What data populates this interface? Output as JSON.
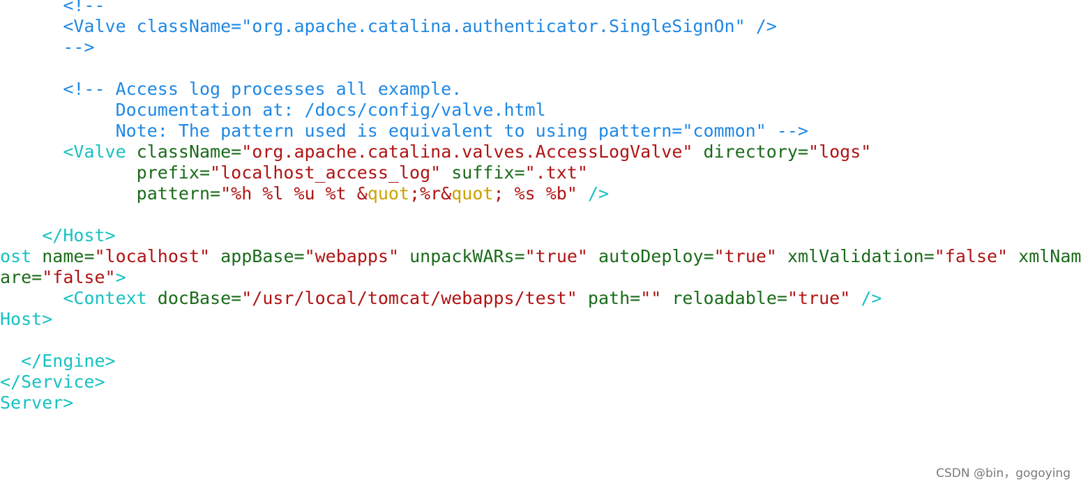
{
  "theme": {
    "comment": "#1e88e5",
    "tag": "#17c1c1",
    "attr": "#1a6b1a",
    "string": "#b01313",
    "entity": "#c9a100",
    "background": "#ffffff"
  },
  "lines": [
    {
      "col": 0,
      "tokens": [
        {
          "t": "      ",
          "c": "plain"
        },
        {
          "t": "<!--",
          "c": "comment"
        }
      ]
    },
    {
      "col": 0,
      "tokens": [
        {
          "t": "      ",
          "c": "plain"
        },
        {
          "t": "<Valve className=\"org.apache.catalina.authenticator.SingleSignOn\" />",
          "c": "comment"
        }
      ]
    },
    {
      "col": 0,
      "tokens": [
        {
          "t": "      ",
          "c": "plain"
        },
        {
          "t": "-->",
          "c": "comment"
        }
      ]
    },
    {
      "col": 0,
      "tokens": []
    },
    {
      "col": 0,
      "tokens": [
        {
          "t": "      ",
          "c": "plain"
        },
        {
          "t": "<!-- Access log processes all example.",
          "c": "comment"
        }
      ]
    },
    {
      "col": 0,
      "tokens": [
        {
          "t": "           ",
          "c": "plain"
        },
        {
          "t": "Documentation at: /docs/config/valve.html",
          "c": "comment"
        }
      ]
    },
    {
      "col": 0,
      "tokens": [
        {
          "t": "           ",
          "c": "plain"
        },
        {
          "t": "Note: The pattern used is equivalent to using pattern=\"common\" -->",
          "c": "comment"
        }
      ]
    },
    {
      "col": 0,
      "tokens": [
        {
          "t": "      ",
          "c": "plain"
        },
        {
          "t": "<Valve",
          "c": "tag"
        },
        {
          "t": " ",
          "c": "plain"
        },
        {
          "t": "className",
          "c": "attr"
        },
        {
          "t": "=",
          "c": "eq"
        },
        {
          "t": "\"org.apache.catalina.valves.AccessLogValve\"",
          "c": "str"
        },
        {
          "t": " ",
          "c": "plain"
        },
        {
          "t": "directory",
          "c": "attr"
        },
        {
          "t": "=",
          "c": "eq"
        },
        {
          "t": "\"logs\"",
          "c": "str"
        }
      ]
    },
    {
      "col": 0,
      "tokens": [
        {
          "t": "             ",
          "c": "plain"
        },
        {
          "t": "prefix",
          "c": "attr"
        },
        {
          "t": "=",
          "c": "eq"
        },
        {
          "t": "\"localhost_access_log\"",
          "c": "str"
        },
        {
          "t": " ",
          "c": "plain"
        },
        {
          "t": "suffix",
          "c": "attr"
        },
        {
          "t": "=",
          "c": "eq"
        },
        {
          "t": "\".txt\"",
          "c": "str"
        }
      ]
    },
    {
      "col": 0,
      "tokens": [
        {
          "t": "             ",
          "c": "plain"
        },
        {
          "t": "pattern",
          "c": "attr"
        },
        {
          "t": "=",
          "c": "eq"
        },
        {
          "t": "\"%h %l %u %t &",
          "c": "str"
        },
        {
          "t": "quot",
          "c": "ent"
        },
        {
          "t": ";%r&",
          "c": "str"
        },
        {
          "t": "quot",
          "c": "ent"
        },
        {
          "t": "; %s %b\"",
          "c": "str"
        },
        {
          "t": " ",
          "c": "plain"
        },
        {
          "t": "/>",
          "c": "tag"
        }
      ]
    },
    {
      "col": 0,
      "tokens": []
    },
    {
      "col": 0,
      "tokens": [
        {
          "t": "    ",
          "c": "plain"
        },
        {
          "t": "</Host>",
          "c": "tag"
        }
      ]
    },
    {
      "col": 0,
      "tokens": [
        {
          "t": "ost",
          "c": "tag"
        },
        {
          "t": " ",
          "c": "plain"
        },
        {
          "t": "name",
          "c": "attr"
        },
        {
          "t": "=",
          "c": "eq"
        },
        {
          "t": "\"localhost\"",
          "c": "str"
        },
        {
          "t": " ",
          "c": "plain"
        },
        {
          "t": "appBase",
          "c": "attr"
        },
        {
          "t": "=",
          "c": "eq"
        },
        {
          "t": "\"webapps\"",
          "c": "str"
        },
        {
          "t": " ",
          "c": "plain"
        },
        {
          "t": "unpackWARs",
          "c": "attr"
        },
        {
          "t": "=",
          "c": "eq"
        },
        {
          "t": "\"true\"",
          "c": "str"
        },
        {
          "t": " ",
          "c": "plain"
        },
        {
          "t": "autoDeploy",
          "c": "attr"
        },
        {
          "t": "=",
          "c": "eq"
        },
        {
          "t": "\"true\"",
          "c": "str"
        },
        {
          "t": " ",
          "c": "plain"
        },
        {
          "t": "xmlValidation",
          "c": "attr"
        },
        {
          "t": "=",
          "c": "eq"
        },
        {
          "t": "\"false\"",
          "c": "str"
        },
        {
          "t": " ",
          "c": "plain"
        },
        {
          "t": "xmlName",
          "c": "attr"
        }
      ]
    },
    {
      "col": 0,
      "tokens": [
        {
          "t": "are",
          "c": "attr"
        },
        {
          "t": "=",
          "c": "eq"
        },
        {
          "t": "\"false\"",
          "c": "str"
        },
        {
          "t": ">",
          "c": "tag"
        }
      ]
    },
    {
      "col": 0,
      "tokens": [
        {
          "t": "      ",
          "c": "plain"
        },
        {
          "t": "<Context",
          "c": "tag"
        },
        {
          "t": " ",
          "c": "plain"
        },
        {
          "t": "docBase",
          "c": "attr"
        },
        {
          "t": "=",
          "c": "eq"
        },
        {
          "t": "\"/usr/local/tomcat/webapps/test\"",
          "c": "str"
        },
        {
          "t": " ",
          "c": "plain"
        },
        {
          "t": "path",
          "c": "attr"
        },
        {
          "t": "=",
          "c": "eq"
        },
        {
          "t": "\"\"",
          "c": "str"
        },
        {
          "t": " ",
          "c": "plain"
        },
        {
          "t": "reloadable",
          "c": "attr"
        },
        {
          "t": "=",
          "c": "eq"
        },
        {
          "t": "\"true\"",
          "c": "str"
        },
        {
          "t": " ",
          "c": "plain"
        },
        {
          "t": "/>",
          "c": "tag"
        }
      ]
    },
    {
      "col": 0,
      "tokens": [
        {
          "t": "Host>",
          "c": "tag"
        }
      ]
    },
    {
      "col": 0,
      "tokens": []
    },
    {
      "col": 0,
      "tokens": [
        {
          "t": "  ",
          "c": "plain"
        },
        {
          "t": "</Engine>",
          "c": "tag"
        }
      ]
    },
    {
      "col": 0,
      "tokens": [
        {
          "t": "</Service>",
          "c": "tag"
        }
      ]
    },
    {
      "col": 0,
      "tokens": [
        {
          "t": "Server>",
          "c": "tag"
        }
      ]
    }
  ],
  "watermark": "CSDN @bin，gogoying"
}
